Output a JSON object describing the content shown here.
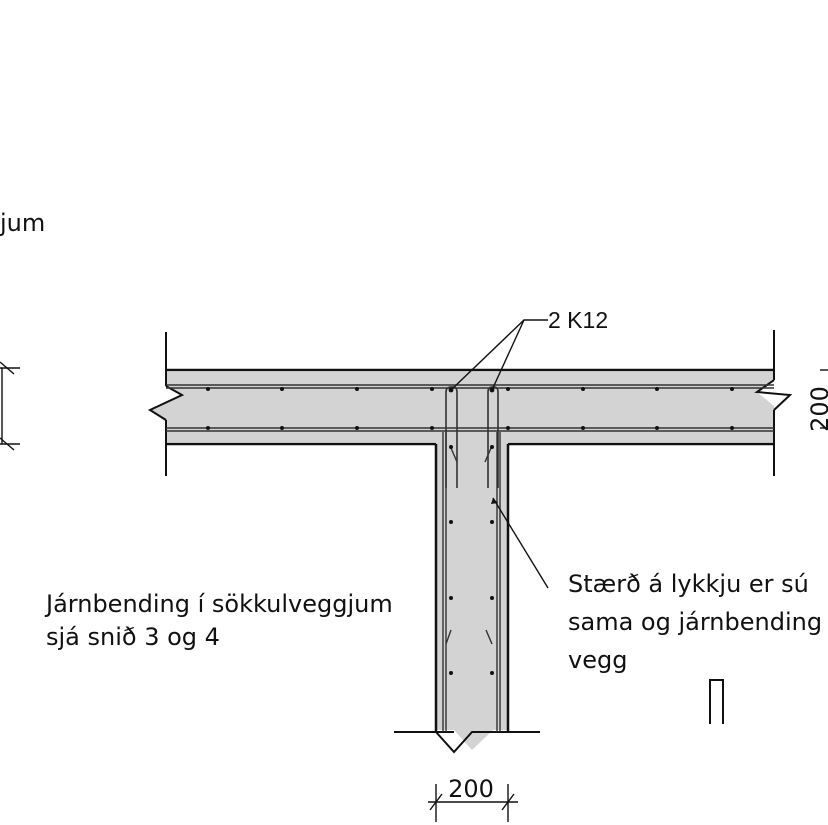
{
  "labels": {
    "partial_top_left": "jum",
    "rebar_callout": "2 K12",
    "slab_thickness": "200",
    "wall_thickness": "200",
    "wall_note_line1": "Járnbending í sökkulveggjum",
    "wall_note_line2": "sjá snið 3 og 4",
    "loop_note_line1": "Stærð á lykkju er sú",
    "loop_note_line2": "sama og járnbending í",
    "loop_note_line3": "vegg"
  },
  "colors": {
    "concrete_fill": "#d3d3d3",
    "line": "#111111",
    "background": "#ffffff"
  }
}
